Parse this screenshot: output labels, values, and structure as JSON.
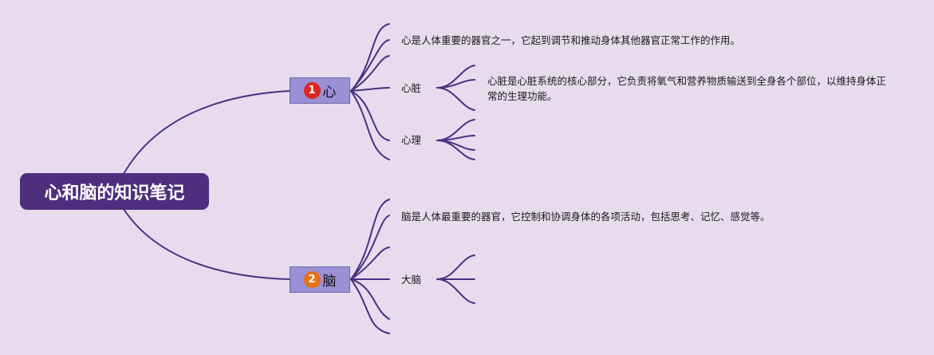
{
  "root": {
    "label": "心和脑的知识笔记"
  },
  "branches": [
    {
      "badge": "1",
      "badge_color": "#d9291f",
      "label": "心",
      "note": "心是人体重要的器官之一，它起到调节和推动身体其他器官正常工作的作用。",
      "children": [
        {
          "label": "心脏",
          "note": "心脏是心脏系统的核心部分，它负责将氧气和营养物质输送到全身各个部位，以维持身体正常的生理功能。"
        },
        {
          "label": "心理"
        }
      ]
    },
    {
      "badge": "2",
      "badge_color": "#e67318",
      "label": "脑",
      "note": "脑是人体最重要的器官，它控制和协调身体的各项活动，包括思考、记忆、感觉等。",
      "children": [
        {
          "label": "大脑"
        }
      ]
    }
  ],
  "colors": {
    "background": "#e6dcee",
    "root_fill": "#4e2f7d",
    "branch_fill": "#9b8fd6",
    "connector": "#4a2f80"
  }
}
